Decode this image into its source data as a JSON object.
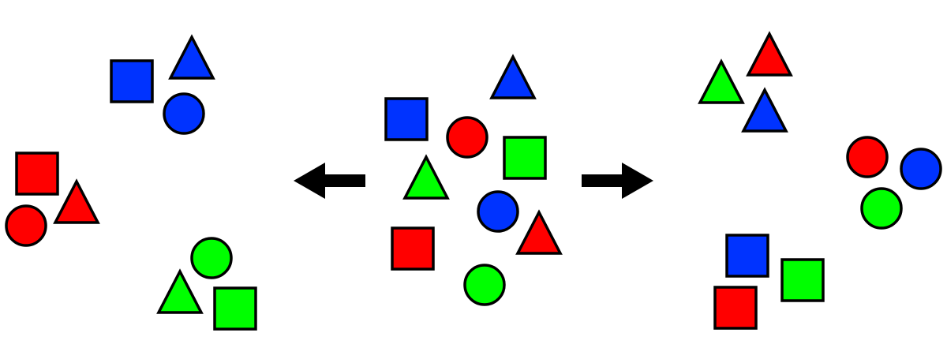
{
  "colors": {
    "red": "#ff0000",
    "green": "#00ff00",
    "blue": "#0033ff",
    "outline": "#000000",
    "arrow": "#000000"
  },
  "center_group": {
    "description_kind": "unsorted-mixed-shapes",
    "shapes": [
      {
        "shape": "square",
        "color": "blue"
      },
      {
        "shape": "circle",
        "color": "red"
      },
      {
        "shape": "triangle",
        "color": "blue"
      },
      {
        "shape": "square",
        "color": "green"
      },
      {
        "shape": "triangle",
        "color": "green"
      },
      {
        "shape": "circle",
        "color": "blue"
      },
      {
        "shape": "triangle",
        "color": "red"
      },
      {
        "shape": "square",
        "color": "red"
      },
      {
        "shape": "circle",
        "color": "green"
      }
    ]
  },
  "arrows": [
    {
      "direction": "left"
    },
    {
      "direction": "right"
    }
  ],
  "left_result": {
    "grouped_by": "color",
    "groups": [
      {
        "color": "blue",
        "shapes": [
          "square",
          "triangle",
          "circle"
        ]
      },
      {
        "color": "red",
        "shapes": [
          "square",
          "triangle",
          "circle"
        ]
      },
      {
        "color": "green",
        "shapes": [
          "circle",
          "triangle",
          "square"
        ]
      }
    ]
  },
  "right_result": {
    "grouped_by": "shape",
    "groups": [
      {
        "shape": "triangle",
        "colors": [
          "red",
          "green",
          "blue"
        ]
      },
      {
        "shape": "circle",
        "colors": [
          "red",
          "blue",
          "green"
        ]
      },
      {
        "shape": "square",
        "colors": [
          "blue",
          "green",
          "red"
        ]
      }
    ]
  }
}
